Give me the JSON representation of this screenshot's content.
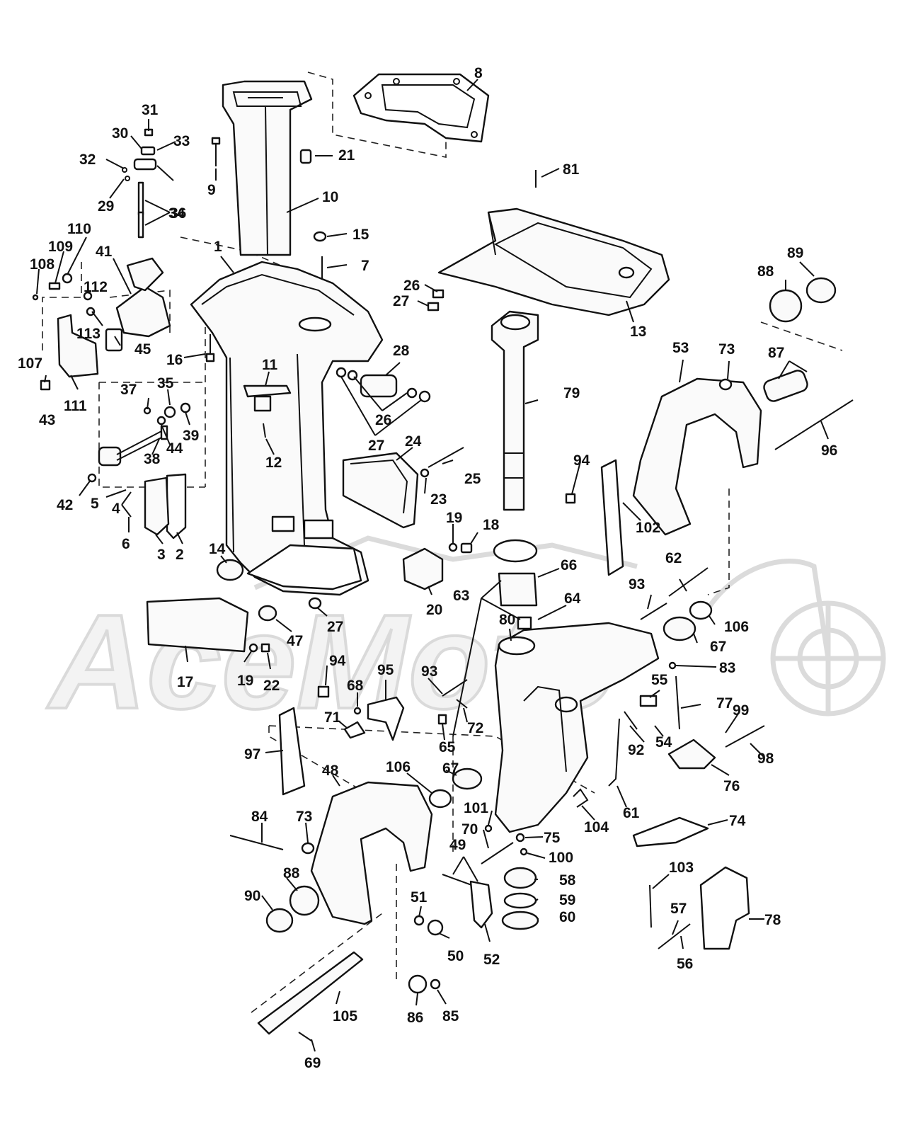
{
  "diagram": {
    "watermark": "AceMoto",
    "part_labels": [
      "1",
      "2",
      "3",
      "4",
      "5",
      "6",
      "7",
      "8",
      "9",
      "10",
      "11",
      "12",
      "13",
      "14",
      "15",
      "16",
      "17",
      "18",
      "19",
      "19",
      "20",
      "21",
      "22",
      "23",
      "24",
      "25",
      "26",
      "26",
      "27",
      "27",
      "27",
      "28",
      "29",
      "30",
      "31",
      "32",
      "33",
      "34",
      "35",
      "36",
      "37",
      "38",
      "39",
      "41",
      "42",
      "43",
      "44",
      "45",
      "47",
      "48",
      "49",
      "50",
      "51",
      "52",
      "53",
      "54",
      "55",
      "56",
      "57",
      "58",
      "59",
      "60",
      "61",
      "62",
      "63",
      "64",
      "65",
      "66",
      "67",
      "67",
      "68",
      "69",
      "70",
      "71",
      "72",
      "73",
      "73",
      "74",
      "75",
      "76",
      "77",
      "78",
      "79",
      "80",
      "81",
      "83",
      "84",
      "85",
      "86",
      "87",
      "88",
      "88",
      "89",
      "90",
      "92",
      "93",
      "93",
      "94",
      "94",
      "95",
      "96",
      "97",
      "98",
      "99",
      "100",
      "101",
      "102",
      "103",
      "104",
      "105",
      "106",
      "106",
      "107",
      "108",
      "109",
      "110",
      "111",
      "112",
      "113"
    ]
  }
}
